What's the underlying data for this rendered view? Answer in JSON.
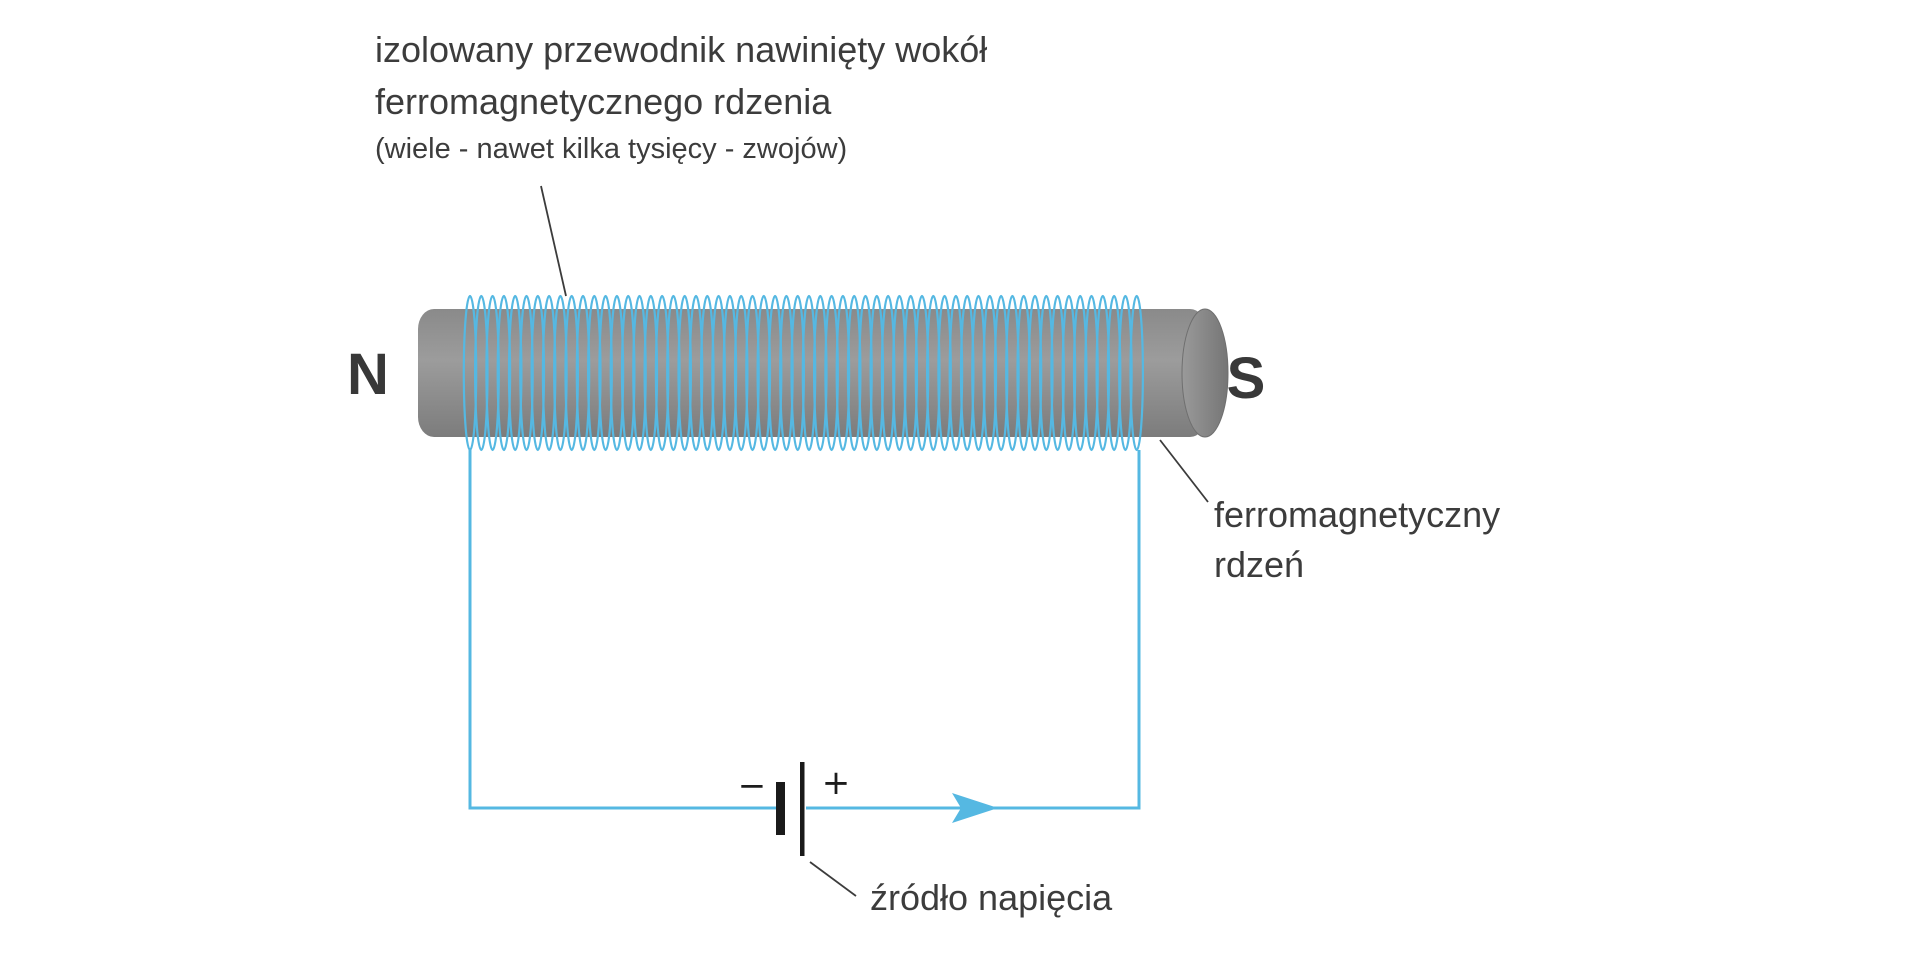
{
  "diagram": {
    "caption": {
      "line1": "izolowany przewodnik nawinięty wokół",
      "line2": "ferromagnetycznego rdzenia",
      "line3": "(wiele - nawet kilka tysięcy - zwojów)"
    },
    "poles": {
      "north": "N",
      "south": "S"
    },
    "core_label": {
      "line1": "ferromagnetyczny",
      "line2": "rdzeń"
    },
    "source_label": "źródło napięcia",
    "battery": {
      "minus": "−",
      "plus": "+"
    },
    "colors": {
      "wire": "#55b8e2",
      "core": "#8d8d8d",
      "core_dark": "#7e7e7e",
      "text": "#3c3c3c"
    }
  }
}
